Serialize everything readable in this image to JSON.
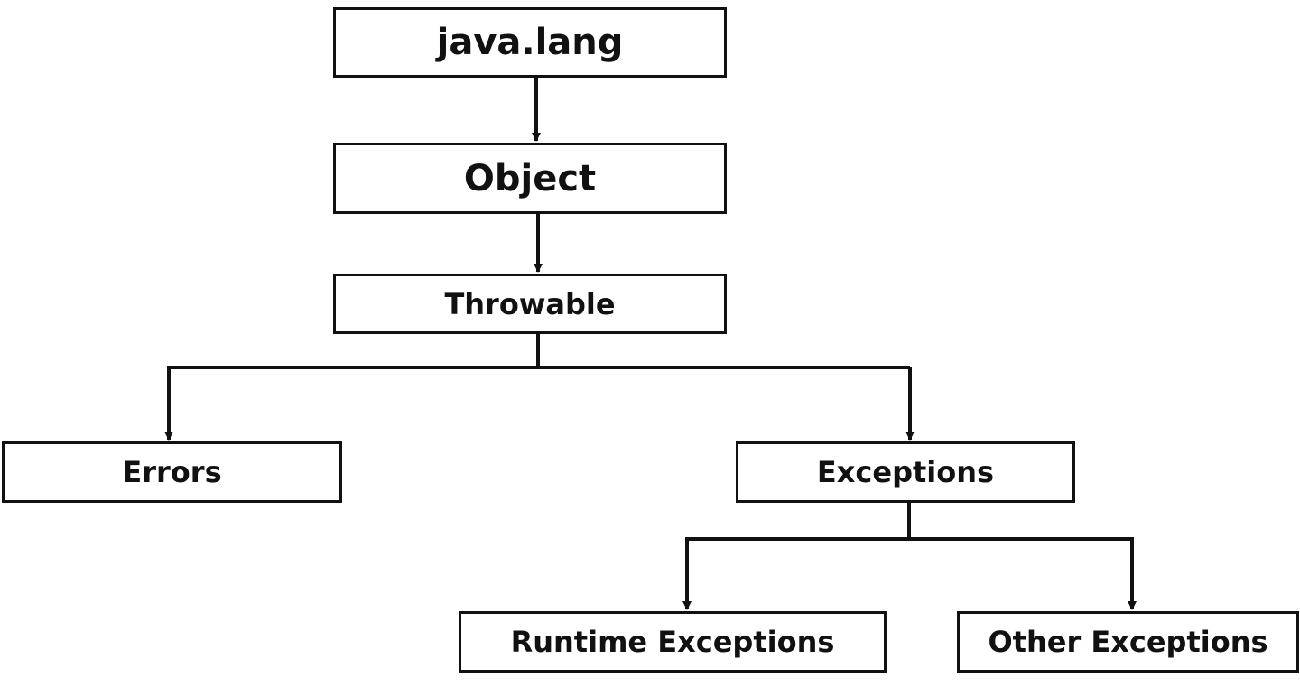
{
  "diagram": {
    "nodes": {
      "java_lang": "java.lang",
      "object": "Object",
      "throwable": "Throwable",
      "errors": "Errors",
      "exceptions": "Exceptions",
      "runtime_exceptions": "Runtime Exceptions",
      "other_exceptions": "Other Exceptions"
    },
    "edges": [
      [
        "java.lang",
        "Object"
      ],
      [
        "Object",
        "Throwable"
      ],
      [
        "Throwable",
        "Errors"
      ],
      [
        "Throwable",
        "Exceptions"
      ],
      [
        "Exceptions",
        "Runtime Exceptions"
      ],
      [
        "Exceptions",
        "Other Exceptions"
      ]
    ],
    "colors": {
      "stroke": "#111111",
      "background": "#ffffff",
      "text": "#111111"
    }
  }
}
